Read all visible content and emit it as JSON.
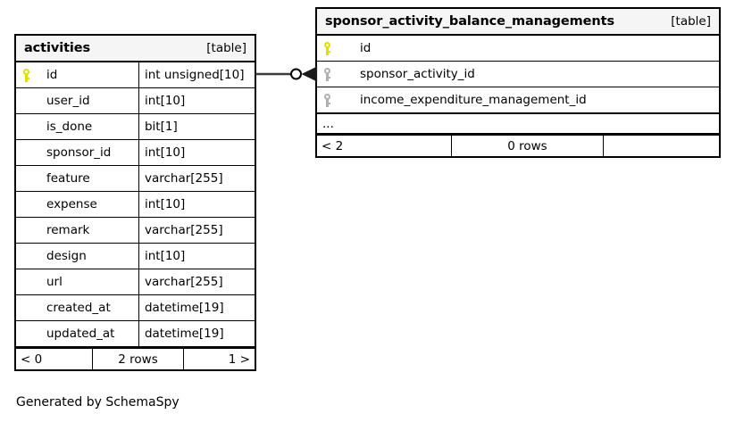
{
  "diagram": {
    "credit": "Generated by SchemaSpy",
    "table_tag": "[table]",
    "ellipsis": "...",
    "colors": {
      "primary_key": "#e0e000",
      "foreign_key": "#b0b0b0",
      "header_background": "#f5f5f5",
      "border": "#000000",
      "background": "#ffffff"
    }
  },
  "tables": [
    {
      "name": "activities",
      "tag": "[table]",
      "columns": [
        {
          "key": "primary-key",
          "key_icon": "key-icon",
          "name": "id",
          "type": "int unsigned[10]"
        },
        {
          "key": "none",
          "key_icon": "",
          "name": "user_id",
          "type": "int[10]"
        },
        {
          "key": "none",
          "key_icon": "",
          "name": "is_done",
          "type": "bit[1]"
        },
        {
          "key": "none",
          "key_icon": "",
          "name": "sponsor_id",
          "type": "int[10]"
        },
        {
          "key": "none",
          "key_icon": "",
          "name": "feature",
          "type": "varchar[255]"
        },
        {
          "key": "none",
          "key_icon": "",
          "name": "expense",
          "type": "int[10]"
        },
        {
          "key": "none",
          "key_icon": "",
          "name": "remark",
          "type": "varchar[255]"
        },
        {
          "key": "none",
          "key_icon": "",
          "name": "design",
          "type": "int[10]"
        },
        {
          "key": "none",
          "key_icon": "",
          "name": "url",
          "type": "varchar[255]"
        },
        {
          "key": "none",
          "key_icon": "",
          "name": "created_at",
          "type": "datetime[19]"
        },
        {
          "key": "none",
          "key_icon": "",
          "name": "updated_at",
          "type": "datetime[19]"
        }
      ],
      "footer": {
        "left": "< 0",
        "center": "2 rows",
        "right": "1 >"
      }
    },
    {
      "name": "sponsor_activity_balance_managements",
      "tag": "[table]",
      "columns": [
        {
          "key": "primary-key",
          "key_icon": "key-icon",
          "name": "id"
        },
        {
          "key": "foreign-key",
          "key_icon": "key-icon",
          "name": "sponsor_activity_id"
        },
        {
          "key": "foreign-key",
          "key_icon": "key-icon",
          "name": "income_expenditure_management_id"
        }
      ],
      "has_ellipsis": true,
      "footer": {
        "left": "< 2",
        "center": "0 rows",
        "right": ""
      }
    }
  ],
  "relationship": {
    "from_table": "activities",
    "from_column": "id",
    "to_table": "sponsor_activity_balance_managements",
    "to_column": "sponsor_activity_id",
    "source_marker": "zero-one-circle",
    "target_marker": "crows-foot"
  }
}
